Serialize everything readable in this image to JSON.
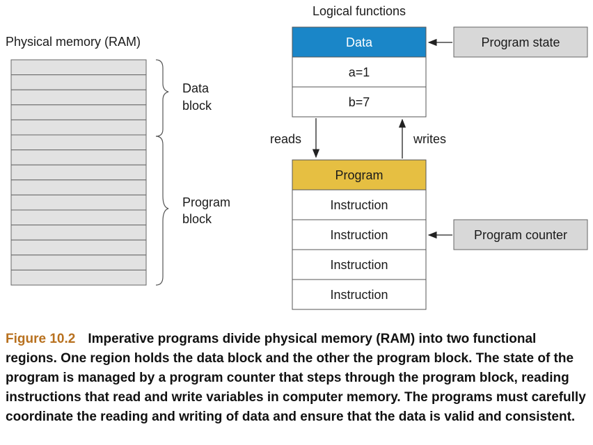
{
  "physical_memory": {
    "title": "Physical memory (RAM)",
    "data_block_label": [
      "Data",
      "block"
    ],
    "program_block_label": [
      "Program",
      "block"
    ],
    "row_count": 15
  },
  "logical": {
    "title": "Logical functions",
    "data_box": {
      "header": "Data",
      "rows": [
        "a=1",
        "b=7"
      ]
    },
    "program_box": {
      "header": "Program",
      "rows": [
        "Instruction",
        "Instruction",
        "Instruction",
        "Instruction"
      ]
    },
    "reads_label": "reads",
    "writes_label": "writes",
    "program_state": "Program state",
    "program_counter": "Program counter"
  },
  "colors": {
    "data_header": "#1a86c8",
    "program_header": "#e6bf42",
    "side_box": "#d8d8d8",
    "ram_row": "#e2e2e2",
    "figure_label": "#b8711f"
  },
  "caption": {
    "figure_label": "Figure 10.2",
    "text": "Imperative programs divide physical memory (RAM) into two functional regions. One region holds the data block and the other the program block. The state of the program is managed by a program counter that steps through the program block, reading instructions that read and write variables in computer memory. The programs must carefully coordinate the reading and writing of data and ensure that the data is valid and consistent."
  }
}
